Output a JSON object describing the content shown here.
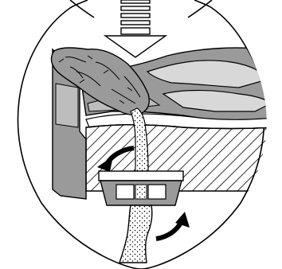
{
  "diagram": {
    "background": "#ffffff",
    "ink": "#000000",
    "grey_fill": "#9a9a9a",
    "light_grey_fill": "#d8d8d8",
    "parts": [
      "hopper-outline",
      "down-arrow-icon",
      "gravel-pile",
      "terrain-layers",
      "hatched-ground",
      "falling-material-stream",
      "screen-box",
      "curved-arrow-left-icon",
      "curved-arrow-up-icon",
      "output-stream"
    ]
  }
}
